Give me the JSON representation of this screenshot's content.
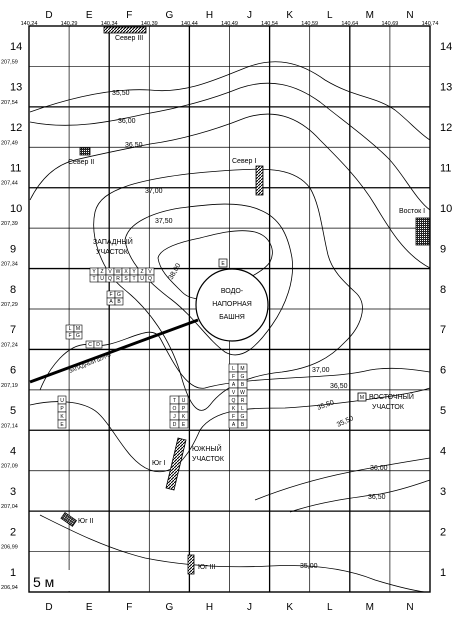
{
  "grid": {
    "columns": [
      "D",
      "E",
      "F",
      "G",
      "H",
      "J",
      "K",
      "L",
      "M",
      "N"
    ],
    "top_coords": [
      "140,24",
      "140,29",
      "140,34",
      "140,39",
      "140,44",
      "140,49",
      "140,54",
      "140,59",
      "140,64",
      "140,69",
      "140,74"
    ],
    "rows": [
      "14",
      "13",
      "12",
      "11",
      "10",
      "9",
      "8",
      "7",
      "6",
      "5",
      "4",
      "3",
      "2",
      "1"
    ],
    "left_coords": [
      "207,59",
      "207,54",
      "207,49",
      "207,44",
      "207,39",
      "207,34",
      "207,29",
      "207,24",
      "207,19",
      "207,14",
      "207,09",
      "207,04",
      "206,99",
      "206,94"
    ]
  },
  "contours": [
    {
      "label": "35,50"
    },
    {
      "label": "36,00"
    },
    {
      "label": "36,50"
    },
    {
      "label": "37,00"
    },
    {
      "label": "37,50"
    },
    {
      "label": "38,00"
    },
    {
      "label": "37,00"
    },
    {
      "label": "36,50"
    },
    {
      "label": "35,50"
    },
    {
      "label": "36,00"
    },
    {
      "label": "36,50"
    },
    {
      "label": "35,00"
    }
  ],
  "labels": {
    "tower": [
      "ВОДО-",
      "НАПОРНАЯ",
      "БАШНЯ"
    ],
    "sever3": "Север III",
    "sever2": "Север II",
    "sever1": "Север I",
    "vostok1": "Восток I",
    "west": [
      "ЗАПАДНЫЙ",
      "УЧАСТОК"
    ],
    "east": [
      "ВОСТОЧНЫЙ",
      "УЧАСТОК"
    ],
    "south": [
      "ЮЖНЫЙ",
      "УЧАСТОК"
    ],
    "yug1": "Юг I",
    "yug2": "Юг II",
    "yug3": "Юг III",
    "trench": "ЗАПАДНЫЙ ШУРФ",
    "scale": "5 м",
    "e_box": "E",
    "m_box": "M"
  },
  "squares": {
    "west_row1": [
      "Y",
      "Z",
      "V",
      "W",
      "X",
      "Y",
      "Z",
      "V"
    ],
    "west_row2": [
      "T",
      "U",
      "Q",
      "R",
      "S",
      "T",
      "U",
      "Q"
    ],
    "west_pair1": [
      "F",
      "G"
    ],
    "west_pair2": [
      "A",
      "B"
    ],
    "west_l1": [
      "L",
      "M"
    ],
    "west_l2": [
      "F",
      "G"
    ],
    "west_cd": [
      "C",
      "D"
    ],
    "left_col": [
      "U",
      "P",
      "K",
      "E"
    ],
    "south_grid": [
      [
        "T",
        "U"
      ],
      [
        "O",
        "P"
      ],
      [
        "J",
        "K"
      ],
      [
        "D",
        "E"
      ]
    ],
    "east_grid": [
      [
        "L",
        "M"
      ],
      [
        "F",
        "G"
      ],
      [
        "A",
        "B"
      ],
      [
        "V",
        "W"
      ],
      [
        "Q",
        "R"
      ],
      [
        "K",
        "L"
      ],
      [
        "F",
        "G"
      ],
      [
        "A",
        "B"
      ]
    ]
  }
}
